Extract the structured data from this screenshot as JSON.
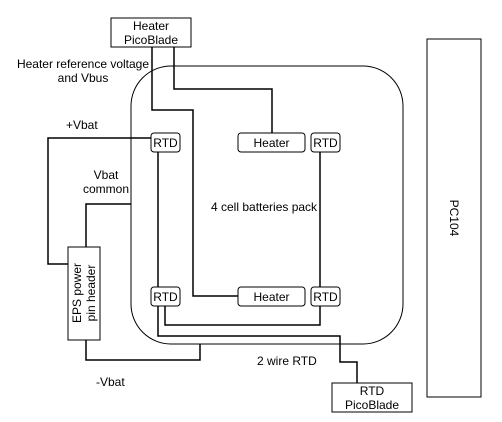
{
  "heater_picoblade": {
    "line1": "Heater",
    "line2": "PicoBlade"
  },
  "heater_ref_label": {
    "line1": "Heater reference voltage",
    "line2": "and Vbus"
  },
  "vbat_plus_label": "+Vbat",
  "vbat_common_label": {
    "line1": "Vbat",
    "line2": "common"
  },
  "eps_header": {
    "line1": "EPS power",
    "line2": "pin header"
  },
  "battery_pack_label": "4 cell batteries pack",
  "rtd_label": "RTD",
  "heater_label": "Heater",
  "two_wire_rtd_label": "2 wire RTD",
  "vbat_minus_label": "-Vbat",
  "rtd_picoblade": {
    "line1": "RTD",
    "line2": "PicoBlade"
  },
  "pc104_label": "PC104"
}
